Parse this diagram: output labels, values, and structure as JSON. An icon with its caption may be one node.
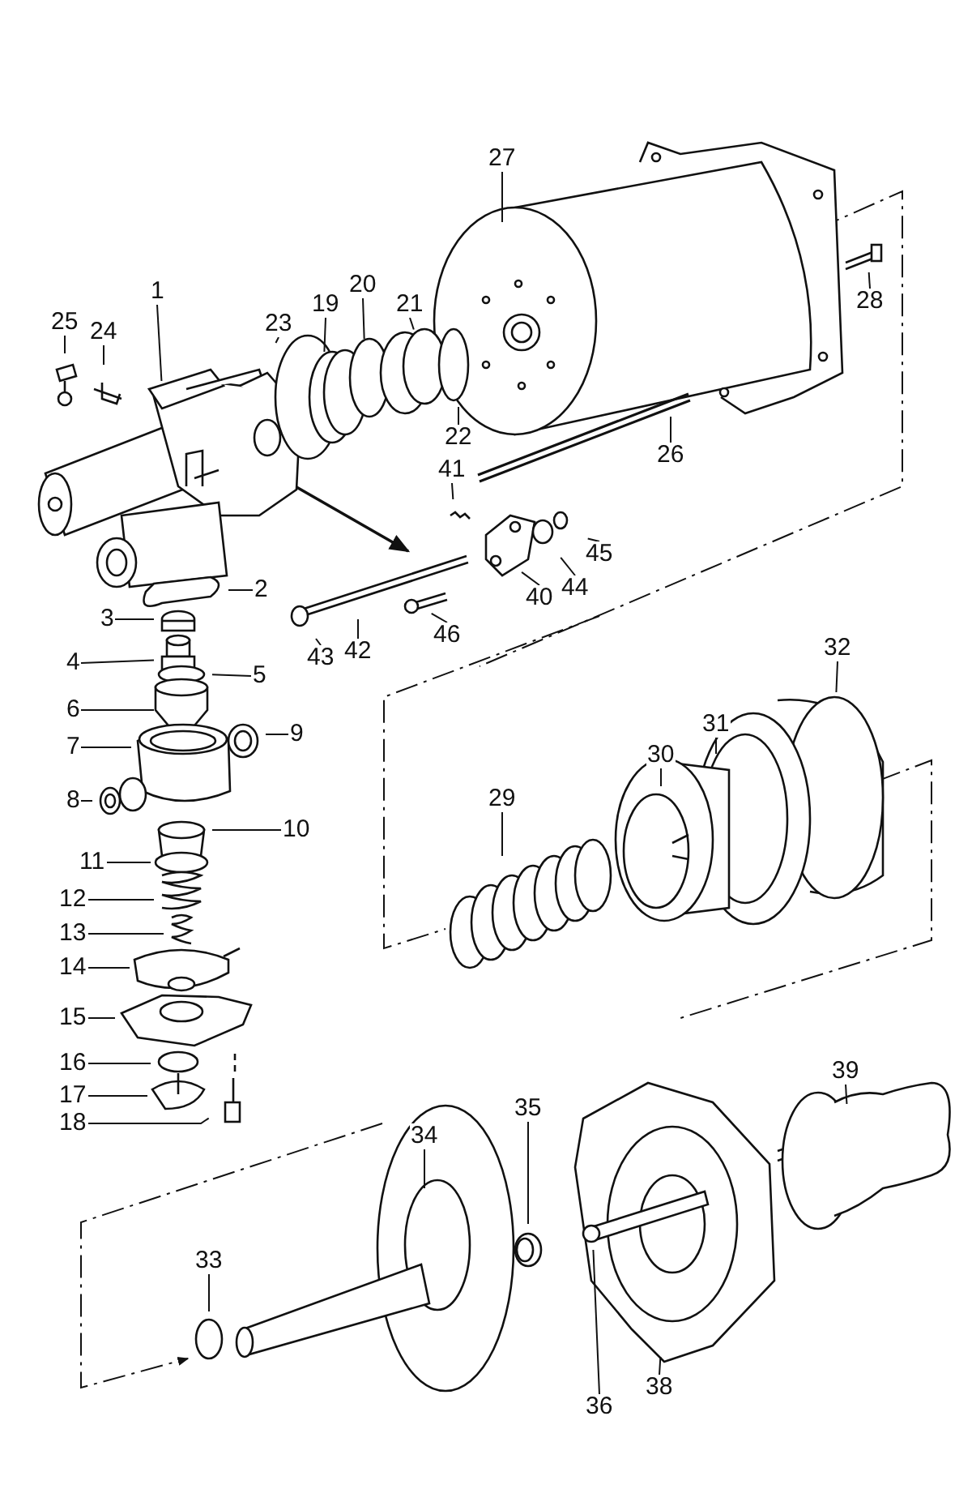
{
  "diagram": {
    "nodes": [
      {
        "text": [
          "27"
        ]
      },
      {
        "text": [
          "28"
        ]
      },
      {
        "text": [
          "1"
        ]
      },
      {
        "text": [
          "25"
        ]
      },
      {
        "text": [
          "24"
        ]
      },
      {
        "text": [
          "23"
        ]
      },
      {
        "text": [
          "19"
        ]
      },
      {
        "text": [
          "20"
        ]
      },
      {
        "text": [
          "21"
        ]
      },
      {
        "text": [
          "22"
        ]
      },
      {
        "text": [
          "26"
        ]
      },
      {
        "text": [
          "41"
        ]
      },
      {
        "text": [
          "45"
        ]
      },
      {
        "text": [
          "44"
        ]
      },
      {
        "text": [
          "40"
        ]
      },
      {
        "text": [
          "2"
        ]
      },
      {
        "text": [
          "3"
        ]
      },
      {
        "text": [
          "43"
        ]
      },
      {
        "text": [
          "42"
        ]
      },
      {
        "text": [
          "46"
        ]
      },
      {
        "text": [
          "32"
        ]
      },
      {
        "text": [
          "4"
        ]
      },
      {
        "text": [
          "5"
        ]
      },
      {
        "text": [
          "6"
        ]
      },
      {
        "text": [
          "31"
        ]
      },
      {
        "text": [
          "7"
        ]
      },
      {
        "text": [
          "9"
        ]
      },
      {
        "text": [
          "30"
        ]
      },
      {
        "text": [
          "8"
        ]
      },
      {
        "text": [
          "29"
        ]
      },
      {
        "text": [
          "10"
        ]
      },
      {
        "text": [
          "11"
        ]
      },
      {
        "text": [
          "12"
        ]
      },
      {
        "text": [
          "13"
        ]
      },
      {
        "text": [
          "14"
        ]
      },
      {
        "text": [
          "15"
        ]
      },
      {
        "text": [
          "16"
        ]
      },
      {
        "text": [
          "17"
        ]
      },
      {
        "text": [
          "39"
        ]
      },
      {
        "text": [
          "18"
        ]
      },
      {
        "text": [
          "35"
        ]
      },
      {
        "text": [
          "34"
        ]
      },
      {
        "text": [
          "33"
        ]
      },
      {
        "text": [
          "38"
        ]
      },
      {
        "text": [
          "36"
        ]
      }
    ],
    "edges": [
      {
        "from": 0,
        "to": null,
        "arrow": "none"
      },
      {
        "from": 1,
        "to": null,
        "arrow": "none"
      },
      {
        "from": 2,
        "to": null,
        "arrow": "none"
      },
      {
        "from": 3,
        "to": null,
        "arrow": "none"
      },
      {
        "from": 4,
        "to": null,
        "arrow": "none"
      },
      {
        "from": 5,
        "to": null,
        "arrow": "none"
      },
      {
        "from": 6,
        "to": null,
        "arrow": "none"
      },
      {
        "from": 7,
        "to": null,
        "arrow": "none"
      },
      {
        "from": 8,
        "to": null,
        "arrow": "none"
      },
      {
        "from": 9,
        "to": null,
        "arrow": "none"
      },
      {
        "from": 10,
        "to": null,
        "arrow": "none"
      },
      {
        "from": 11,
        "to": null,
        "arrow": "none"
      },
      {
        "from": 12,
        "to": null,
        "arrow": "none"
      },
      {
        "from": 13,
        "to": null,
        "arrow": "none"
      },
      {
        "from": 14,
        "to": null,
        "arrow": "none"
      },
      {
        "from": 15,
        "to": null,
        "arrow": "none"
      },
      {
        "from": 16,
        "to": null,
        "arrow": "none"
      },
      {
        "from": 17,
        "to": null,
        "arrow": "none"
      },
      {
        "from": 18,
        "to": null,
        "arrow": "none"
      },
      {
        "from": 19,
        "to": null,
        "arrow": "none"
      },
      {
        "from": 20,
        "to": null,
        "arrow": "none"
      },
      {
        "from": 21,
        "to": null,
        "arrow": "none"
      },
      {
        "from": 22,
        "to": null,
        "arrow": "none"
      },
      {
        "from": 23,
        "to": null,
        "arrow": "none"
      },
      {
        "from": 24,
        "to": null,
        "arrow": "none"
      },
      {
        "from": 25,
        "to": null,
        "arrow": "none"
      },
      {
        "from": 26,
        "to": null,
        "arrow": "none"
      },
      {
        "from": 27,
        "to": null,
        "arrow": "none"
      },
      {
        "from": 28,
        "to": null,
        "arrow": "none"
      },
      {
        "from": 29,
        "to": null,
        "arrow": "none"
      },
      {
        "from": 30,
        "to": null,
        "arrow": "none"
      },
      {
        "from": 31,
        "to": null,
        "arrow": "none"
      },
      {
        "from": 32,
        "to": null,
        "arrow": "none"
      },
      {
        "from": 33,
        "to": null,
        "arrow": "none"
      },
      {
        "from": 34,
        "to": null,
        "arrow": "none"
      },
      {
        "from": 35,
        "to": null,
        "arrow": "none"
      },
      {
        "from": 36,
        "to": null,
        "arrow": "none"
      },
      {
        "from": 37,
        "to": null,
        "arrow": "none"
      },
      {
        "from": 38,
        "to": null,
        "arrow": "none"
      },
      {
        "from": 39,
        "to": null,
        "arrow": "none"
      },
      {
        "from": 40,
        "to": null,
        "arrow": "none"
      },
      {
        "from": 41,
        "to": null,
        "arrow": "none"
      },
      {
        "from": 42,
        "to": null,
        "arrow": "none"
      },
      {
        "from": 43,
        "to": null,
        "arrow": "none"
      },
      {
        "from": 44,
        "to": null,
        "arrow": "none"
      }
    ]
  }
}
